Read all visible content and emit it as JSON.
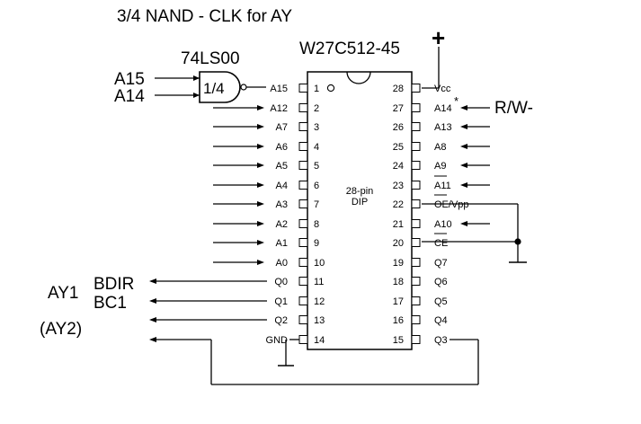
{
  "title": "3/4 NAND - CLK for AY",
  "chip": {
    "part": "W27C512-45",
    "package_line1": "28-pin",
    "package_line2": "DIP"
  },
  "gate": {
    "part": "74LS00",
    "fraction": "1/4",
    "input_top": "A15",
    "input_bottom": "A14"
  },
  "power_symbol": "+",
  "rw_label": "R/W-",
  "asterisk": "*",
  "left_pins": [
    {
      "num": "1",
      "label": "A15"
    },
    {
      "num": "2",
      "label": "A12"
    },
    {
      "num": "3",
      "label": "A7"
    },
    {
      "num": "4",
      "label": "A6"
    },
    {
      "num": "5",
      "label": "A5"
    },
    {
      "num": "6",
      "label": "A4"
    },
    {
      "num": "7",
      "label": "A3"
    },
    {
      "num": "8",
      "label": "A2"
    },
    {
      "num": "9",
      "label": "A1"
    },
    {
      "num": "10",
      "label": "A0"
    },
    {
      "num": "11",
      "label": "Q0"
    },
    {
      "num": "12",
      "label": "Q1"
    },
    {
      "num": "13",
      "label": "Q2"
    },
    {
      "num": "14",
      "label": "GND"
    }
  ],
  "right_pins": [
    {
      "num": "28",
      "label": "Vcc"
    },
    {
      "num": "27",
      "label": "A14"
    },
    {
      "num": "26",
      "label": "A13"
    },
    {
      "num": "25",
      "label": "A8"
    },
    {
      "num": "24",
      "label": "A9"
    },
    {
      "num": "23",
      "label": "A11"
    },
    {
      "num": "22",
      "label": "OE/Vpp"
    },
    {
      "num": "21",
      "label": "A10"
    },
    {
      "num": "20",
      "label": "CE"
    },
    {
      "num": "19",
      "label": "Q7"
    },
    {
      "num": "18",
      "label": "Q6"
    },
    {
      "num": "17",
      "label": "Q5"
    },
    {
      "num": "16",
      "label": "Q4"
    },
    {
      "num": "15",
      "label": "Q3"
    }
  ],
  "outputs": {
    "ay1": "AY1",
    "bdir": "BDIR",
    "bc1": "BC1",
    "ay2": "(AY2)"
  }
}
